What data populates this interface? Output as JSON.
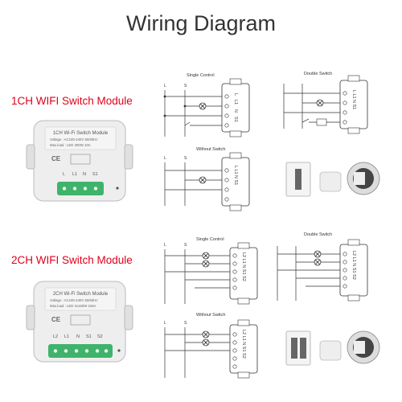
{
  "title": "Wiring Diagram",
  "modules": [
    {
      "name": "1CH WIFI Switch Module",
      "device": {
        "label": "1CH Wi-Fi Switch Module",
        "voltage": "Voltage : AC100-240V 50/60Hz",
        "maxload": "Max.load : LED 300W  10A",
        "terminals": [
          "L",
          "L1",
          "N",
          "S1"
        ]
      },
      "diagrams": {
        "single_control": "Single Control",
        "double_switch": "Double Switch",
        "without_switch": "Without Switch"
      },
      "module_terminals": [
        "L",
        "L1",
        "N",
        "S1"
      ],
      "wire_labels": [
        "L",
        "S"
      ]
    },
    {
      "name": "2CH WIFI Switch Module",
      "device": {
        "label": "2CH Wi-Fi Switch Module",
        "voltage": "Voltage : AC100-240V 50/60Hz",
        "maxload": "Max.load : LED 2x150W  2x5A",
        "terminals": [
          "L2",
          "L1",
          "N",
          "S1",
          "S2"
        ]
      },
      "diagrams": {
        "single_control": "Single Control",
        "double_switch": "Double Switch",
        "without_switch": "Without Switch"
      },
      "module_terminals": [
        "L2",
        "L1",
        "N",
        "S1",
        "S2"
      ],
      "wire_labels": [
        "L",
        "S"
      ]
    }
  ],
  "colors": {
    "accent": "#e0001b",
    "terminal_green": "#3fb36b",
    "line": "#333333"
  }
}
